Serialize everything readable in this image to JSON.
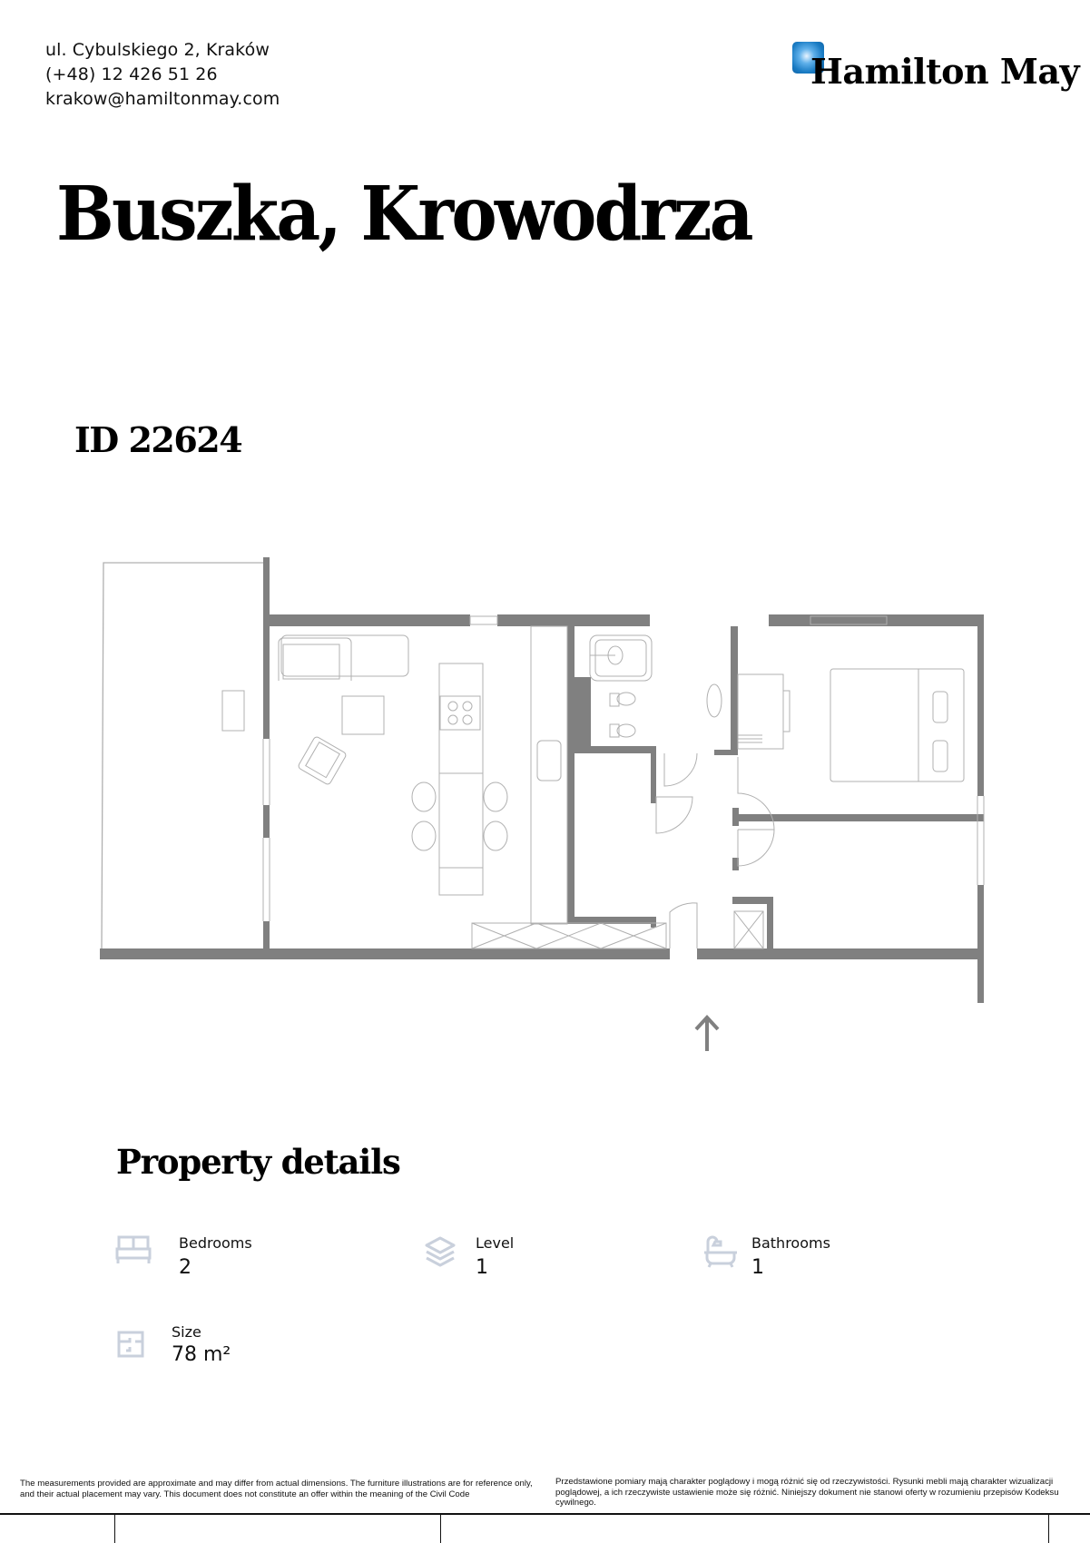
{
  "header": {
    "address": "ul. Cybulskiego 2, Kraków",
    "phone": "(+48) 12 426 51 26",
    "email": "krakow@hamiltonmay.com",
    "logo_text": "Hamilton May",
    "brand_color": "#1a7cc4"
  },
  "listing": {
    "title": "Buszka, Krowodrza",
    "id_label": "ID 22624"
  },
  "floorplan": {
    "wall_color": "#808080",
    "line_color": "#b0b0b0",
    "entrance_icon": "arrow-up-icon"
  },
  "details": {
    "heading": "Property details",
    "items": [
      {
        "icon": "bed-icon",
        "label": "Bedrooms",
        "value": "2"
      },
      {
        "icon": "layers-icon",
        "label": "Level",
        "value": "1"
      },
      {
        "icon": "bathtub-icon",
        "label": "Bathrooms",
        "value": "1"
      },
      {
        "icon": "floorplan-icon",
        "label": "Size",
        "value": "78 m²"
      }
    ],
    "icon_color": "#c9d0dc"
  },
  "footer": {
    "disclaimer_en": "The measurements provided are approximate and may differ from actual dimensions. The furniture illustrations are for reference only, and their actual placement may vary. This document does not constitute an offer within the meaning of the Civil Code",
    "disclaimer_pl": "Przedstawione pomiary mają charakter poglądowy i mogą różnić się od rzeczywistości. Rysunki mebli mają charakter wizualizacji poglądowej, a ich rzeczywiste ustawienie może się różnić. Niniejszy dokument nie stanowi oferty w rozumieniu przepisów Kodeksu cywilnego."
  }
}
